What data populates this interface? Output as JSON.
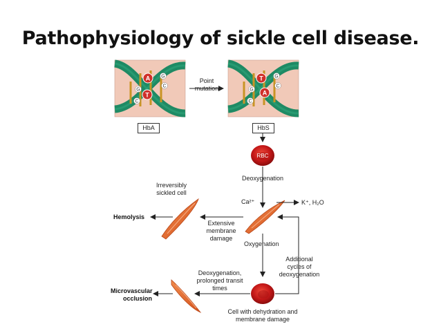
{
  "title": "Pathophysiology of sickle cell disease.",
  "dna_left": {
    "top_letters": [
      "A",
      "G",
      "C"
    ],
    "bottom_letters": [
      "G",
      "C",
      "T"
    ],
    "label": "HbA"
  },
  "dna_right": {
    "top_letters": [
      "T",
      "G",
      "C"
    ],
    "bottom_letters": [
      "G",
      "C",
      "A"
    ],
    "label": "HbS"
  },
  "point_mutation": "Point mutation",
  "rbc": "RBC",
  "deoxygenation": "Deoxygenation",
  "ca": "Ca²⁺",
  "k_h2o": "K⁺, H₂O",
  "irreversibly": "Irreversibly sickled cell",
  "hemolysis": "Hemolysis",
  "extensive": "Extensive membrane damage",
  "oxygenation": "Oxygenation",
  "additional": "Additional cycles of deoxygenation",
  "deoxy_prolonged": "Deoxygenation, prolonged transit times",
  "microvascular": "Microvascular occlusion",
  "cell_dehydration": "Cell with dehydration and membrane damage",
  "colors": {
    "dna_bg": "#f1c9b8",
    "helix_green": "#1f8a64",
    "base_red": "#d0302a",
    "cell_orange": "#e0692d",
    "rbc_red": "#c81e1e"
  }
}
